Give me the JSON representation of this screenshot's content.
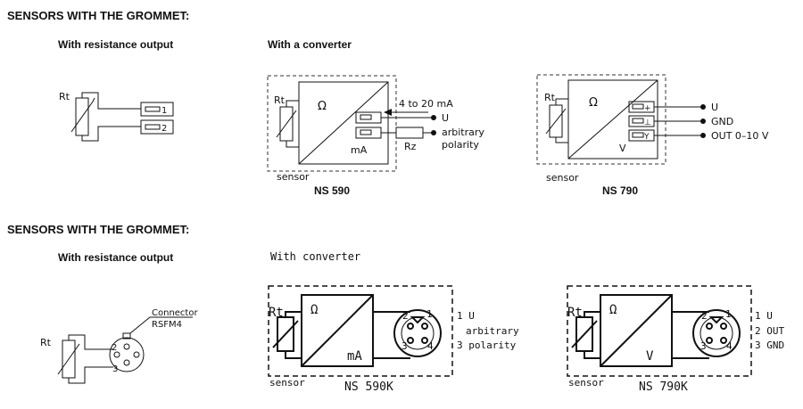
{
  "headers": {
    "top": "SENSORS WITH THE GROMMET:",
    "bottom": "SENSORS WITH THE GROMMET:"
  },
  "subheaders": {
    "resistance_top": "With resistance output",
    "converter_top": "With a converter",
    "resistance_bottom": "With resistance output",
    "converter_bottom": "With converter"
  },
  "resistance_top": {
    "rt": "Rt",
    "pin1": "1",
    "pin2": "2"
  },
  "ns590": {
    "rt": "Rt",
    "omega": "Ω",
    "unit": "mA",
    "current": "4 to 20 mA",
    "u": "U",
    "arb1": "arbitrary",
    "arb2": "polarity",
    "rz": "Rz",
    "sensor": "sensor",
    "title": "NS 590"
  },
  "ns790": {
    "rt": "Rt",
    "omega": "Ω",
    "unit": "V",
    "plus": "+",
    "ground": "⊥",
    "y": "Y",
    "u": "U",
    "gnd": "GND",
    "out": "OUT 0–10 V",
    "sensor": "sensor",
    "title": "NS 790"
  },
  "resistance_bottom": {
    "rt": "Rt",
    "connector1": "Connector",
    "connector2": "RSFM4",
    "pin2": "2",
    "pin3": "3"
  },
  "ns590k": {
    "rt": "Rt",
    "omega": "Ω",
    "unit": "mA",
    "p1": "1",
    "p2": "2",
    "p3": "3",
    "p4": "4",
    "l1": "1 U",
    "l2": "arbitrary",
    "l3": "3 polarity",
    "sensor": "sensor",
    "title": "NS 590K"
  },
  "ns790k": {
    "rt": "Rt",
    "omega": "Ω",
    "unit": "V",
    "p1": "1",
    "p2": "2",
    "p3": "3",
    "p4": "4",
    "l1": "1 U",
    "l2": "2 OUT",
    "l3": "3 GND",
    "sensor": "sensor",
    "title": "NS 790K"
  }
}
